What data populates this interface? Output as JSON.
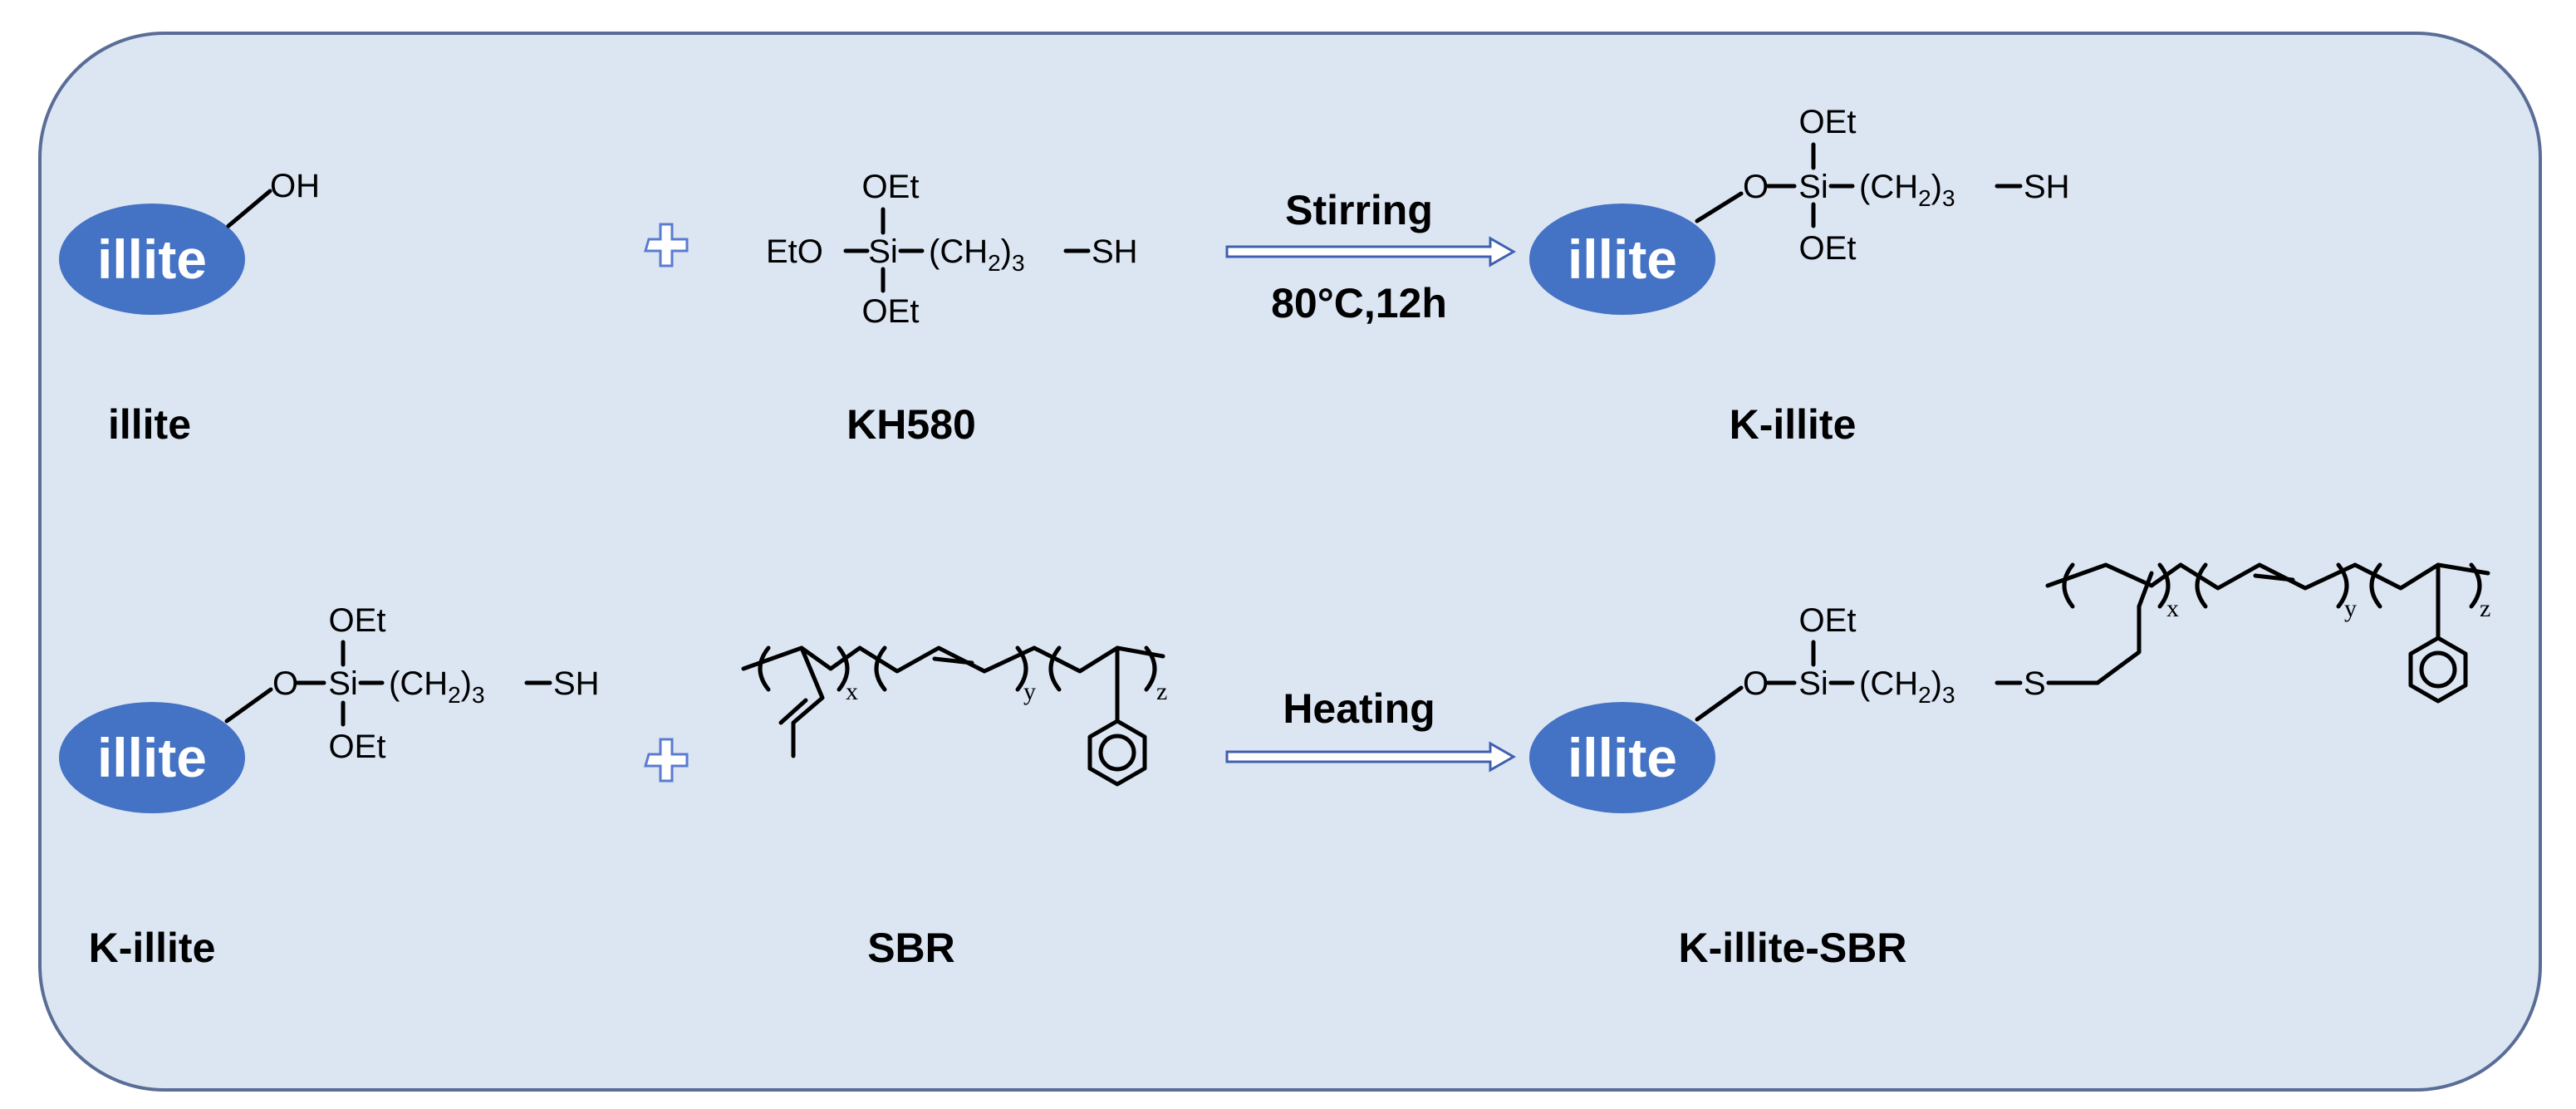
{
  "panel": {
    "background": "#dce6f3",
    "border": "#5a6d96"
  },
  "bead": {
    "text": "illite",
    "color": "#4472c4"
  },
  "groups": {
    "oh": "OH",
    "oet": "OEt",
    "eto": "EtO",
    "o": "O",
    "si": "Si",
    "ch2_open": "(CH",
    "ch2_sub": "2",
    "ch2_close": ")",
    "ch2_n": "3",
    "sh": "SH",
    "s": "S"
  },
  "polymer_indices": {
    "x": "x",
    "y": "y",
    "z": "z"
  },
  "reaction1": {
    "reactant1_label": "illite",
    "reactant2_label": "KH580",
    "arrow_top": "Stirring",
    "arrow_bottom": "80°C,12h",
    "product_label": "K-illite"
  },
  "reaction2": {
    "reactant1_label": "K-illite",
    "reactant2_label": "SBR",
    "arrow_top": "Heating",
    "product_label": "K-illite-SBR"
  },
  "colors": {
    "plus_outline": "#5b7bd0",
    "arrow_outline": "#3f5fb0"
  }
}
